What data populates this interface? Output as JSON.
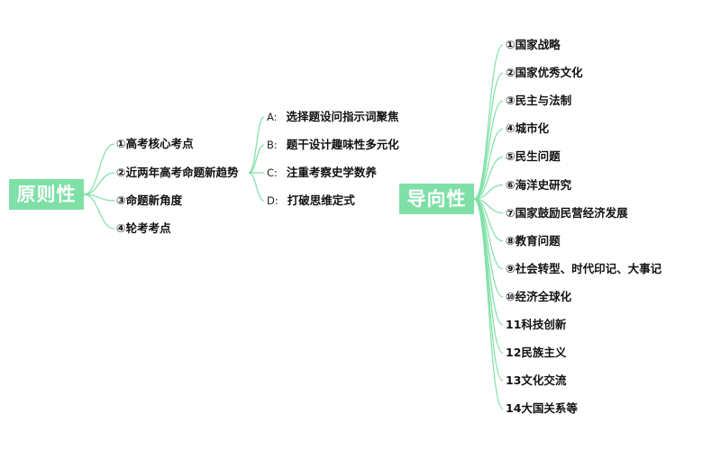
{
  "colors": {
    "accent": "#7ee0a6",
    "text": "#111111"
  },
  "left": {
    "root": "原则性",
    "branches": [
      "①高考核心考点",
      "②近两年高考命题新趋势",
      "③命题新角度",
      "④轮考考点"
    ],
    "sub_branches": [
      {
        "letter": "A:",
        "text": "选择题设问指示词聚焦"
      },
      {
        "letter": "B:",
        "text": "题干设计趣味性多元化"
      },
      {
        "letter": "C:",
        "text": "注重考察史学数养"
      },
      {
        "letter": "D:",
        "text": "打破思维定式"
      }
    ]
  },
  "right": {
    "root": "导向性",
    "branches": [
      "①国家战略",
      "②国家优秀文化",
      "③民主与法制",
      "④城市化",
      "⑤民生问题",
      "⑥海洋史研究",
      "⑦国家鼓励民营经济发展",
      "⑧教育问题",
      "⑨社会转型、时代印记、大事记",
      "⑩经济全球化",
      "11科技创新",
      "12民族主义",
      "13文化交流",
      "14大国关系等"
    ]
  }
}
